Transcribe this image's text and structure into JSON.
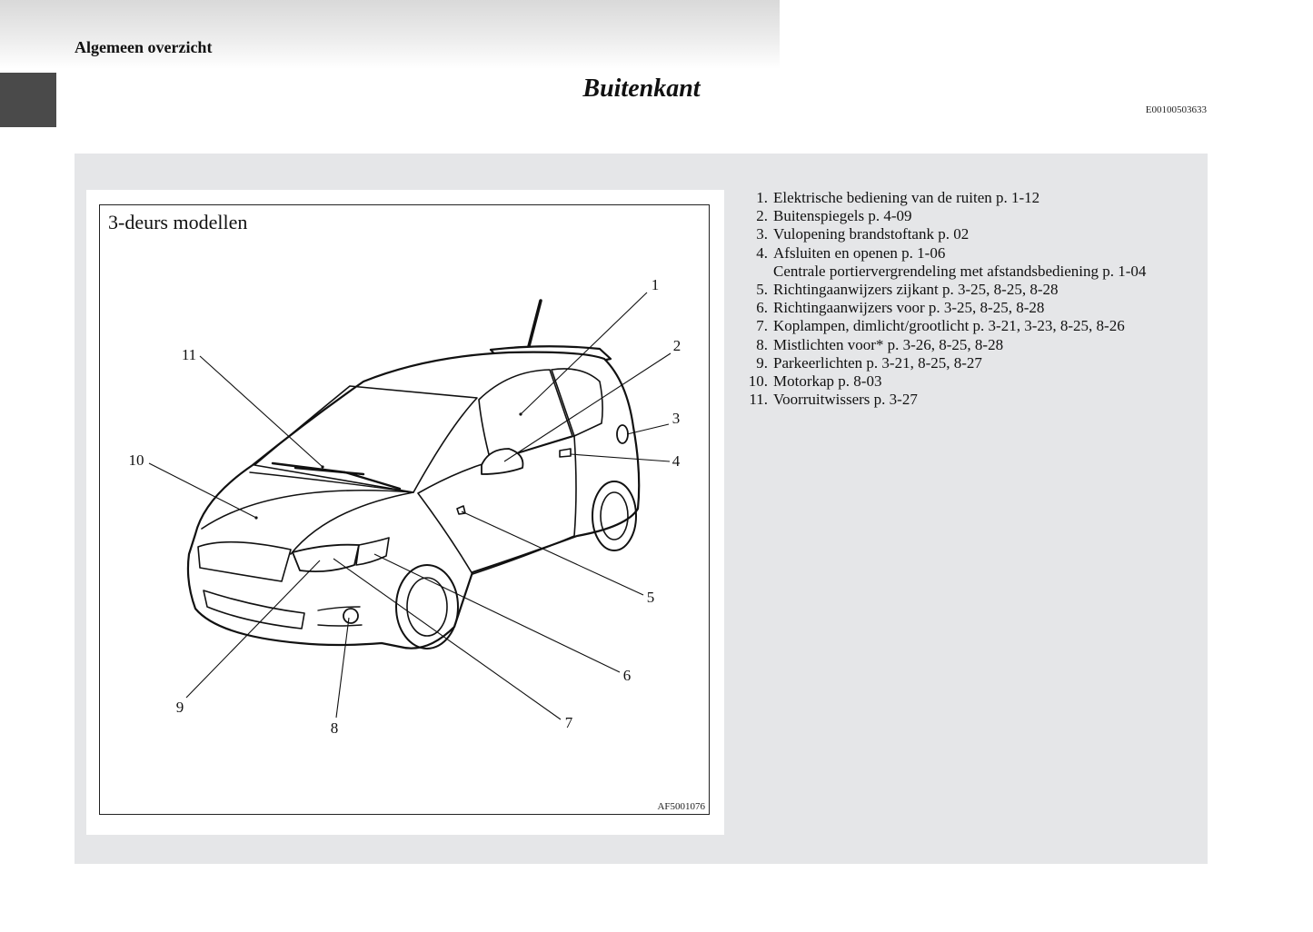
{
  "header": {
    "section": "Algemeen overzicht",
    "title": "Buitenkant",
    "doc_code": "E00100503633"
  },
  "figure": {
    "heading": "3-deurs modellen",
    "code": "AF5001076",
    "callouts": [
      "1",
      "2",
      "3",
      "4",
      "5",
      "6",
      "7",
      "8",
      "9",
      "10",
      "11"
    ]
  },
  "legend": {
    "items": [
      {
        "num": "1.",
        "text": "Elektrische bediening van de ruiten p. 1-12"
      },
      {
        "num": "2.",
        "text": "Buitenspiegels p. 4-09"
      },
      {
        "num": "3.",
        "text": "Vulopening brandstoftank p. 02"
      },
      {
        "num": "4.",
        "text": "Afsluiten en openen p. 1-06",
        "sub": "Centrale portiervergrendeling met afstandsbediening p. 1-04"
      },
      {
        "num": "5.",
        "text": "Richtingaanwijzers zijkant p. 3-25, 8-25, 8-28"
      },
      {
        "num": "6.",
        "text": "Richtingaanwijzers voor p. 3-25, 8-25, 8-28"
      },
      {
        "num": "7.",
        "text": "Koplampen, dimlicht/grootlicht p. 3-21, 3-23, 8-25, 8-26"
      },
      {
        "num": "8.",
        "text": "Mistlichten voor* p. 3-26, 8-25, 8-28"
      },
      {
        "num": "9.",
        "text": "Parkeerlichten p. 3-21, 8-25, 8-27"
      },
      {
        "num": "10.",
        "text": "Motorkap p. 8-03"
      },
      {
        "num": "11.",
        "text": "Voorruitwissers p. 3-27"
      }
    ]
  }
}
